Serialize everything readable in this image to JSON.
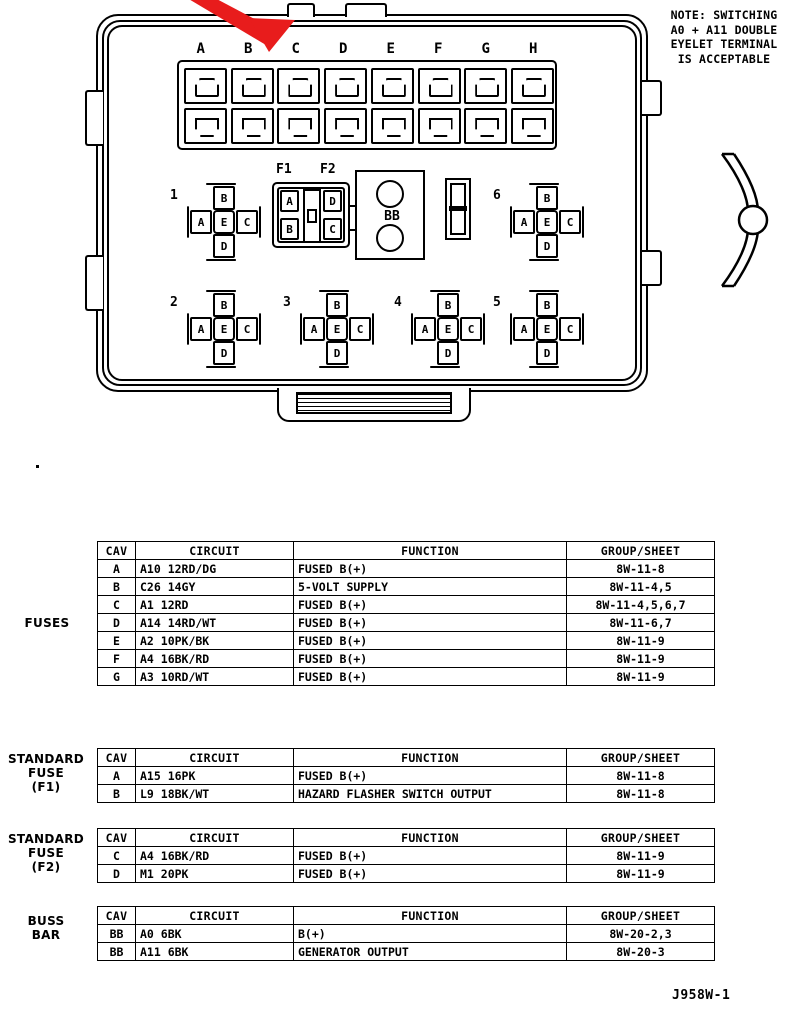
{
  "note": {
    "text": "NOTE: SWITCHING\nA0 + A11 DOUBLE\nEYELET TERMINAL\nIS ACCEPTABLE"
  },
  "diagram": {
    "connector_columns": [
      "A",
      "B",
      "C",
      "D",
      "E",
      "F",
      "G",
      "H"
    ],
    "relays": [
      {
        "number": "1",
        "pins": {
          "a": "A",
          "b": "B",
          "c": "C",
          "d": "D",
          "e": "E"
        }
      },
      {
        "number": "2",
        "pins": {
          "a": "A",
          "b": "B",
          "c": "C",
          "d": "D",
          "e": "E"
        }
      },
      {
        "number": "3",
        "pins": {
          "a": "A",
          "b": "B",
          "c": "C",
          "d": "D",
          "e": "E"
        }
      },
      {
        "number": "4",
        "pins": {
          "a": "A",
          "b": "B",
          "c": "C",
          "d": "D",
          "e": "E"
        }
      },
      {
        "number": "5",
        "pins": {
          "a": "A",
          "b": "B",
          "c": "C",
          "d": "D",
          "e": "E"
        }
      },
      {
        "number": "6",
        "pins": {
          "a": "A",
          "b": "B",
          "c": "C",
          "d": "D",
          "e": "E"
        }
      }
    ],
    "fuse_block": {
      "f1_label": "F1",
      "f2_label": "F2",
      "pin_a": "A",
      "pin_b": "B",
      "pin_c": "C",
      "pin_d": "D"
    },
    "buss_bar_label": "BB",
    "arrow_color": "#e81c1c"
  },
  "tables": {
    "headers": {
      "cav": "CAV",
      "circuit": "CIRCUIT",
      "function": "FUNCTION",
      "group_sheet": "GROUP/SHEET"
    },
    "fuses": {
      "label": "FUSES",
      "rows": [
        {
          "cav": "A",
          "circuit": "A10 12RD/DG",
          "function": "FUSED B(+)",
          "group_sheet": "8W-11-8"
        },
        {
          "cav": "B",
          "circuit": "C26 14GY",
          "function": "5-VOLT SUPPLY",
          "group_sheet": "8W-11-4,5"
        },
        {
          "cav": "C",
          "circuit": "A1 12RD",
          "function": "FUSED B(+)",
          "group_sheet": "8W-11-4,5,6,7"
        },
        {
          "cav": "D",
          "circuit": "A14 14RD/WT",
          "function": "FUSED B(+)",
          "group_sheet": "8W-11-6,7"
        },
        {
          "cav": "E",
          "circuit": "A2 10PK/BK",
          "function": "FUSED B(+)",
          "group_sheet": "8W-11-9"
        },
        {
          "cav": "F",
          "circuit": "A4 16BK/RD",
          "function": "FUSED B(+)",
          "group_sheet": "8W-11-9"
        },
        {
          "cav": "G",
          "circuit": "A3 10RD/WT",
          "function": "FUSED B(+)",
          "group_sheet": "8W-11-9"
        }
      ]
    },
    "standard_fuse_f1": {
      "label": "STANDARD\nFUSE\n(F1)",
      "rows": [
        {
          "cav": "A",
          "circuit": "A15 16PK",
          "function": "FUSED B(+)",
          "group_sheet": "8W-11-8"
        },
        {
          "cav": "B",
          "circuit": "L9 18BK/WT",
          "function": "HAZARD FLASHER SWITCH OUTPUT",
          "group_sheet": "8W-11-8"
        }
      ]
    },
    "standard_fuse_f2": {
      "label": "STANDARD\nFUSE\n(F2)",
      "rows": [
        {
          "cav": "C",
          "circuit": "A4 16BK/RD",
          "function": "FUSED B(+)",
          "group_sheet": "8W-11-9"
        },
        {
          "cav": "D",
          "circuit": "M1 20PK",
          "function": "FUSED B(+)",
          "group_sheet": "8W-11-9"
        }
      ]
    },
    "buss_bar": {
      "label": "BUSS\nBAR",
      "rows": [
        {
          "cav": "BB",
          "circuit": "A0 6BK",
          "function": "B(+)",
          "group_sheet": "8W-20-2,3"
        },
        {
          "cav": "BB",
          "circuit": "A11 6BK",
          "function": "GENERATOR OUTPUT",
          "group_sheet": "8W-20-3"
        }
      ]
    }
  },
  "drawing_number": "J958W-1"
}
